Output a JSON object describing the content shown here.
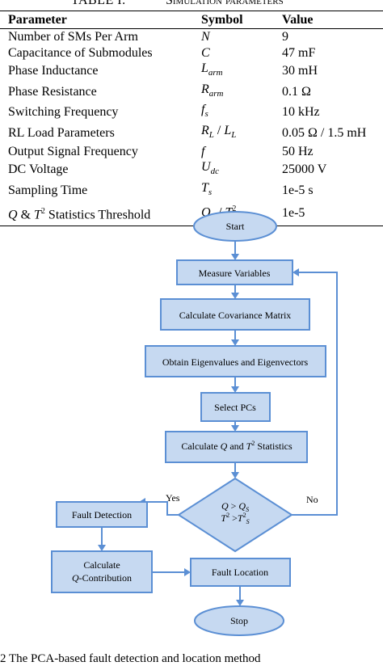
{
  "table": {
    "caption_number": "TABLE I.",
    "caption_title": "Simulation parameters",
    "headers": [
      "Parameter",
      "Symbol",
      "Value"
    ],
    "rows": [
      {
        "parameter": "Number of SMs Per Arm",
        "symbol": "N",
        "value": "9"
      },
      {
        "parameter": "Capacitance of Submodules",
        "symbol": "C",
        "value": "47 mF"
      },
      {
        "parameter": "Phase Inductance",
        "symbol_base": "L",
        "symbol_sub": "arm",
        "value": "30 mH"
      },
      {
        "parameter": "Phase Resistance",
        "symbol_base": "R",
        "symbol_sub": "arm",
        "value": "0.1 Ω"
      },
      {
        "parameter": "Switching Frequency",
        "symbol_base": "f",
        "symbol_sub": "s",
        "value": "10 kHz"
      },
      {
        "parameter": "RL Load Parameters",
        "symbol_a": "R",
        "symbol_a_sub": "L",
        "symbol_sep": " / ",
        "symbol_b": "L",
        "symbol_b_sub": "L",
        "value": "0.05 Ω / 1.5 mH"
      },
      {
        "parameter": "Output Signal Frequency",
        "symbol": "f",
        "value": "50 Hz"
      },
      {
        "parameter": "DC Voltage",
        "symbol_base": "U",
        "symbol_sub": "dc",
        "value": "25000 V"
      },
      {
        "parameter": "Sampling Time",
        "symbol_base": "T",
        "symbol_sub": "s",
        "value": "1e-5 s"
      },
      {
        "parameter_q": "Q",
        "parameter_amp": " & ",
        "parameter_t": "T",
        "parameter_sup": "2",
        "parameter_rest": " Statistics Threshold",
        "symbol_a": "Q",
        "symbol_a_sub": "S",
        "symbol_sep": " / ",
        "symbol_b": "T",
        "symbol_b_sup": "2",
        "symbol_b_sub": "S",
        "value": "1e-5"
      }
    ]
  },
  "flowchart": {
    "start": "Start",
    "measure": "Measure Variables",
    "covariance": "Calculate Covariance Matrix",
    "eigen": "Obtain Eigenvalues and Eigenvectors",
    "select_pcs": "Select PCs",
    "stats_pre": "Calculate ",
    "stats_q": "Q",
    "stats_and": " and ",
    "stats_t": "T",
    "stats_sup": "2",
    "stats_post": " Statistics",
    "decision_line1_q": "Q",
    "decision_line1_op": " > ",
    "decision_line1_qs": "Q",
    "decision_line1_qs_sub": "S",
    "decision_line2_t": "T",
    "decision_line2_sup": "2",
    "decision_line2_op": " >",
    "decision_line2_t2": "T",
    "decision_line2_t2_sup": "2",
    "decision_line2_t2_sub": "S",
    "yes": "Yes",
    "no": "No",
    "fault_detection": "Fault Detection",
    "contribution_line1": "Calculate",
    "contribution_q": "Q",
    "contribution_rest": "-Contribution",
    "fault_location": "Fault Location",
    "stop": "Stop"
  },
  "figure_caption": "2    The PCA-based fault detection and location method"
}
